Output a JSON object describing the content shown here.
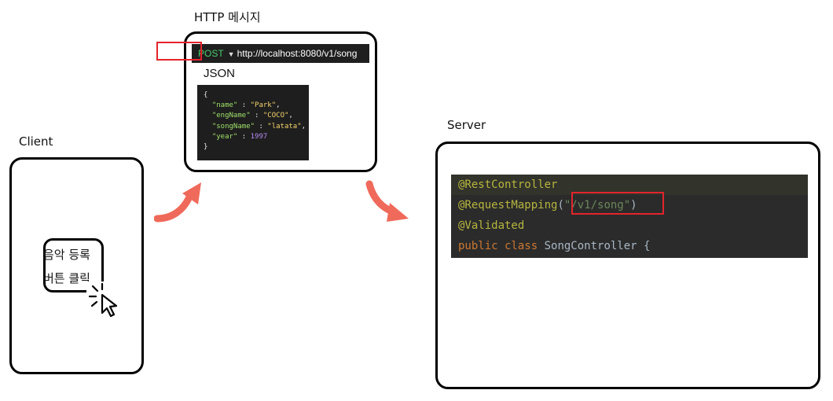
{
  "labels": {
    "http_message": "HTTP 메시지",
    "client": "Client",
    "server": "Server"
  },
  "http": {
    "method": "POST",
    "url_prefix": "http://localhost:8080",
    "url_path": "/v1/song",
    "json_title": "JSON",
    "json": {
      "open": "{",
      "name_key": "\"name\"",
      "name_val": "\"Park\"",
      "engName_key": "\"engName\"",
      "engName_val": "\"COCO\"",
      "songName_key": "\"songName\"",
      "songName_val": "\"latata\"",
      "year_key": "\"year\"",
      "year_val": "1997",
      "close": "}"
    }
  },
  "client": {
    "button_line1": "음악 등록",
    "button_line2": "버튼 클릭"
  },
  "server": {
    "line1": "@RestController",
    "line2_ann": "@RequestMapping",
    "line2_open": "(",
    "line2_str": "\"/v1/song\"",
    "line2_close": ")",
    "line3": "@Validated",
    "line4_kw": "public class",
    "line4_cls": "SongController",
    "line4_brace": "{"
  },
  "colors": {
    "arrow": "#ef6a5a",
    "highlight": "#e3242b"
  },
  "icons": [
    "click-cursor-icon",
    "curved-arrow-icon"
  ]
}
